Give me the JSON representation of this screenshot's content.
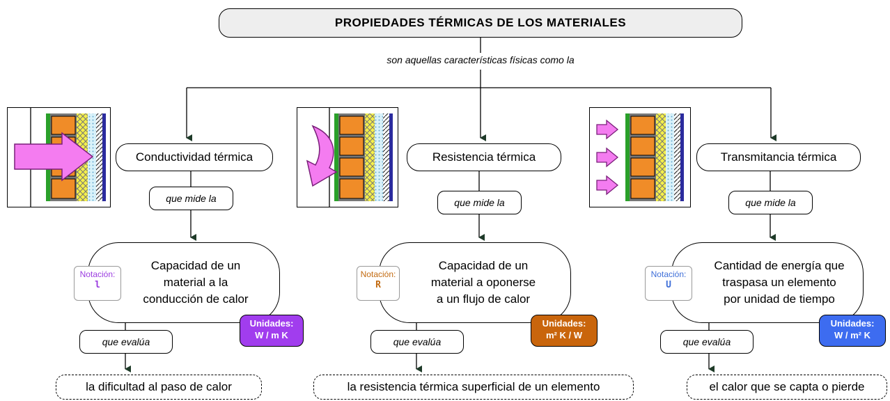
{
  "title": "PROPIEDADES TÉRMICAS DE LOS MATERIALES",
  "subtitle": "son aquellas características físicas como la",
  "columns": [
    {
      "concept": "Conductividad térmica",
      "measure_link": "que mide la",
      "definition": [
        "Capacidad de un",
        "material a la",
        "conducción de calor"
      ],
      "notation_label": "Notación:",
      "notation_symbol": "l",
      "notation_color": "#9b3de0",
      "units_label": "Unidades:",
      "units_value": "W / m K",
      "units_color": "#a13dee",
      "evaluates_link": "que evalúa",
      "result": "la dificultad al paso de calor"
    },
    {
      "concept": "Resistencia térmica",
      "measure_link": "que mide la",
      "definition": [
        "Capacidad de un",
        "material a oponerse",
        "a un flujo de calor"
      ],
      "notation_label": "Notación:",
      "notation_symbol": "R",
      "notation_color": "#c26a10",
      "units_label": "Unidades:",
      "units_value": "m² K / W",
      "units_color": "#c9650c",
      "evaluates_link": "que evalúa",
      "result": "la resistencia térmica superficial de un elemento"
    },
    {
      "concept": "Transmitancia térmica",
      "measure_link": "que mide la",
      "definition": [
        "Cantidad de energía que",
        "traspasa un elemento",
        "por unidad de tiempo"
      ],
      "notation_label": "Notación:",
      "notation_symbol": "U",
      "notation_color": "#3f6fd8",
      "units_label": "Unidades:",
      "units_value": "W / m² K",
      "units_color": "#3d6cf0",
      "evaluates_link": "que evalúa",
      "result": "el calor que se capta o pierde"
    }
  ],
  "colors": {
    "arrow_pink": "#f47cf0",
    "brick_orange": "#f08c28",
    "insulation_yellow": "#f5f04a",
    "stripe_green": "#2aa02a",
    "stripe_blue": "#2b2b9e"
  }
}
